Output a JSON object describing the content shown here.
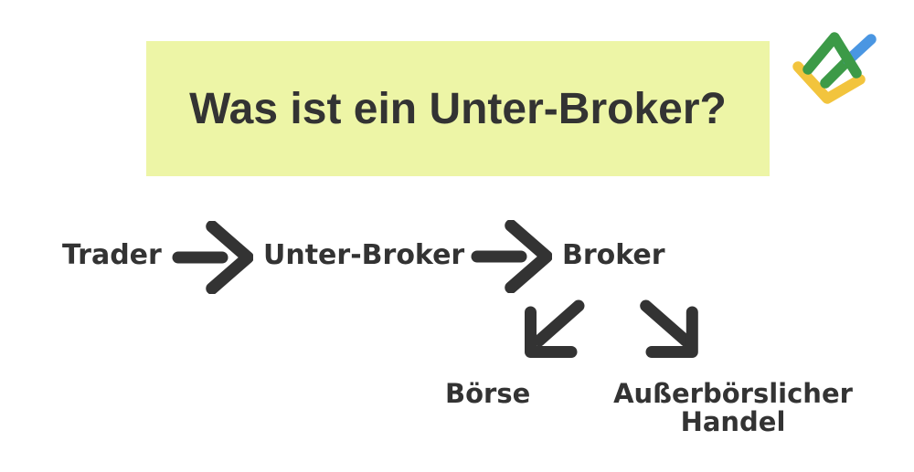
{
  "banner": {
    "title": "Was ist ein Unter-Broker?"
  },
  "logo": {
    "name": "litefinance-logo"
  },
  "flow": {
    "nodes": [
      {
        "label": "Trader"
      },
      {
        "label": "Unter-Broker"
      },
      {
        "label": "Broker"
      }
    ],
    "branches": [
      {
        "label": "Börse"
      },
      {
        "label": "Außerbörslicher Handel"
      }
    ]
  },
  "icons": {
    "right_arrow": "arrow-right",
    "down_left_arrow": "arrow-down-left",
    "down_right_arrow": "arrow-down-right"
  },
  "colors": {
    "page_bg": "#ffffff",
    "banner_bg": "#edf5a6",
    "ink": "#333333",
    "logo_green": "#3c9a47",
    "logo_blue": "#4a96e2",
    "logo_yellow": "#f2c43d"
  }
}
